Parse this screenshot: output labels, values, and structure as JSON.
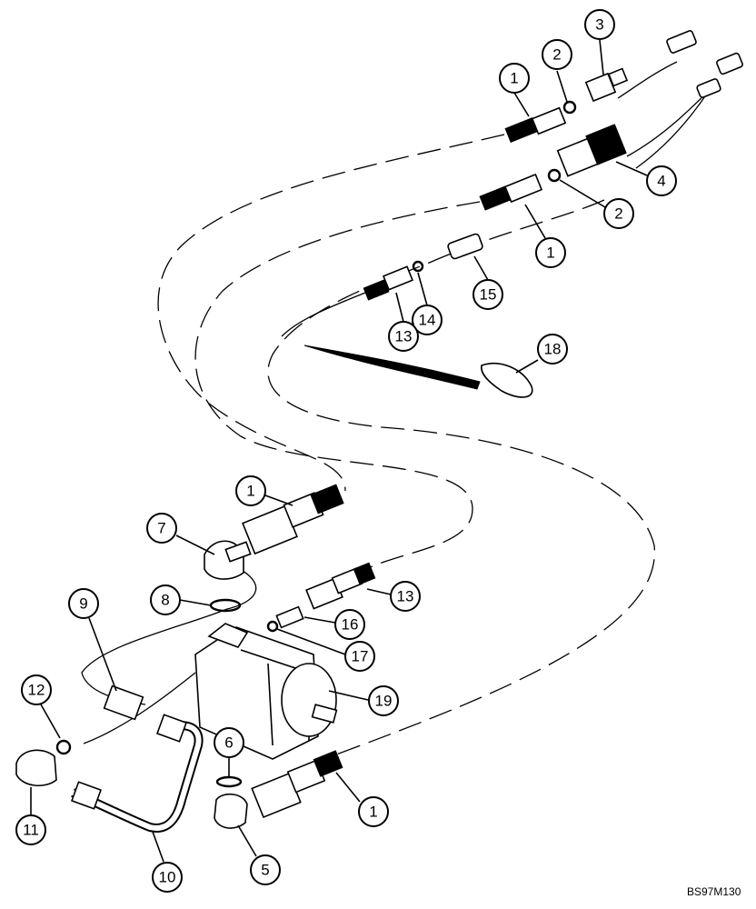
{
  "drawing_code": "BS97M130",
  "callouts": [
    "1",
    "2",
    "3",
    "4",
    "2",
    "1",
    "15",
    "14",
    "13",
    "18",
    "1",
    "7",
    "8",
    "13",
    "16",
    "17",
    "9",
    "19",
    "12",
    "6",
    "11",
    "10",
    "5",
    "1"
  ]
}
